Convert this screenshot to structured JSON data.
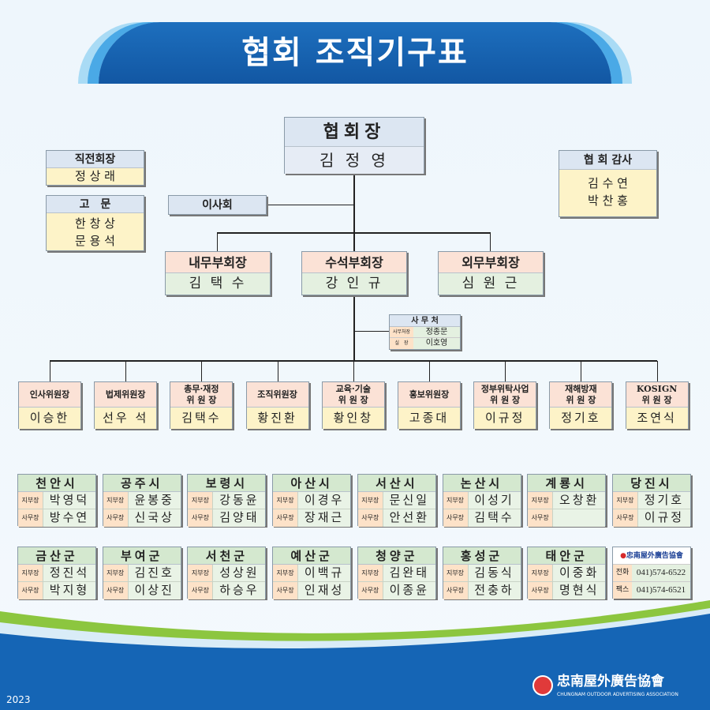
{
  "title": "협회 조직기구표",
  "president": {
    "title": "협회장",
    "name": "김 정 영"
  },
  "past_president": {
    "title": "직전회장",
    "name": "정 상 래"
  },
  "advisor": {
    "title": "고　문",
    "names": [
      "한 창 상",
      "문 용 석"
    ]
  },
  "auditor": {
    "title": "협 회 감사",
    "names": [
      "김 수 연",
      "박 찬 홍"
    ]
  },
  "board": {
    "title": "이사회"
  },
  "vice_presidents": [
    {
      "title": "내무부회장",
      "name": "김 택 수"
    },
    {
      "title": "수석부회장",
      "name": "강 인 규"
    },
    {
      "title": "외무부회장",
      "name": "심 원 근"
    }
  ],
  "secretariat": {
    "title": "사 무 처",
    "rows": [
      {
        "label": "사무처장",
        "name": "정종문"
      },
      {
        "label": "실　장",
        "name": "이호영"
      }
    ]
  },
  "committees": [
    {
      "title": "인사위원장",
      "name": "이승한"
    },
    {
      "title": "법제위원장",
      "name": "선우 석"
    },
    {
      "title": "총무·재정\n위 원 장",
      "name": "김택수"
    },
    {
      "title": "조직위원장",
      "name": "황진환"
    },
    {
      "title": "교육·기술\n위 원 장",
      "name": "황인창"
    },
    {
      "title": "홍보위원장",
      "name": "고종대"
    },
    {
      "title": "정부위탁사업\n위 원 장",
      "name": "이규정"
    },
    {
      "title": "재해방재\n위 원 장",
      "name": "정기호"
    },
    {
      "title": "KOSIGN\n위 원 장",
      "name": "조연식"
    }
  ],
  "branch_labels": {
    "head": "지부장",
    "office": "사무장"
  },
  "branches": [
    {
      "name": "천안시",
      "head": "박영덕",
      "office": "방수연"
    },
    {
      "name": "공주시",
      "head": "윤봉중",
      "office": "신국상"
    },
    {
      "name": "보령시",
      "head": "강동윤",
      "office": "김양태"
    },
    {
      "name": "아산시",
      "head": "이경우",
      "office": "장재근"
    },
    {
      "name": "서산시",
      "head": "문신일",
      "office": "안선환"
    },
    {
      "name": "논산시",
      "head": "이성기",
      "office": "김택수"
    },
    {
      "name": "계룡시",
      "head": "오창환",
      "office": ""
    },
    {
      "name": "당진시",
      "head": "정기호",
      "office": "이규정"
    },
    {
      "name": "금산군",
      "head": "정진석",
      "office": "박지형"
    },
    {
      "name": "부여군",
      "head": "김진호",
      "office": "이상진"
    },
    {
      "name": "서천군",
      "head": "성상원",
      "office": "하승우"
    },
    {
      "name": "예산군",
      "head": "이백규",
      "office": "인재성"
    },
    {
      "name": "청양군",
      "head": "김완태",
      "office": "이종윤"
    },
    {
      "name": "홍성군",
      "head": "김동식",
      "office": "전충하"
    },
    {
      "name": "태안군",
      "head": "이중화",
      "office": "명현식"
    }
  ],
  "contact": {
    "logo_text": "忠南屋外廣告協會",
    "phone_label": "전화",
    "phone": "041)574-6522",
    "fax_label": "팩스",
    "fax": "041)574-6521"
  },
  "footer": {
    "logo_text": "忠南屋外廣告協會",
    "logo_sub": "CHUNGNAM OUTDOOR ADVERTISING ASSOCIATION",
    "year": "2023"
  }
}
